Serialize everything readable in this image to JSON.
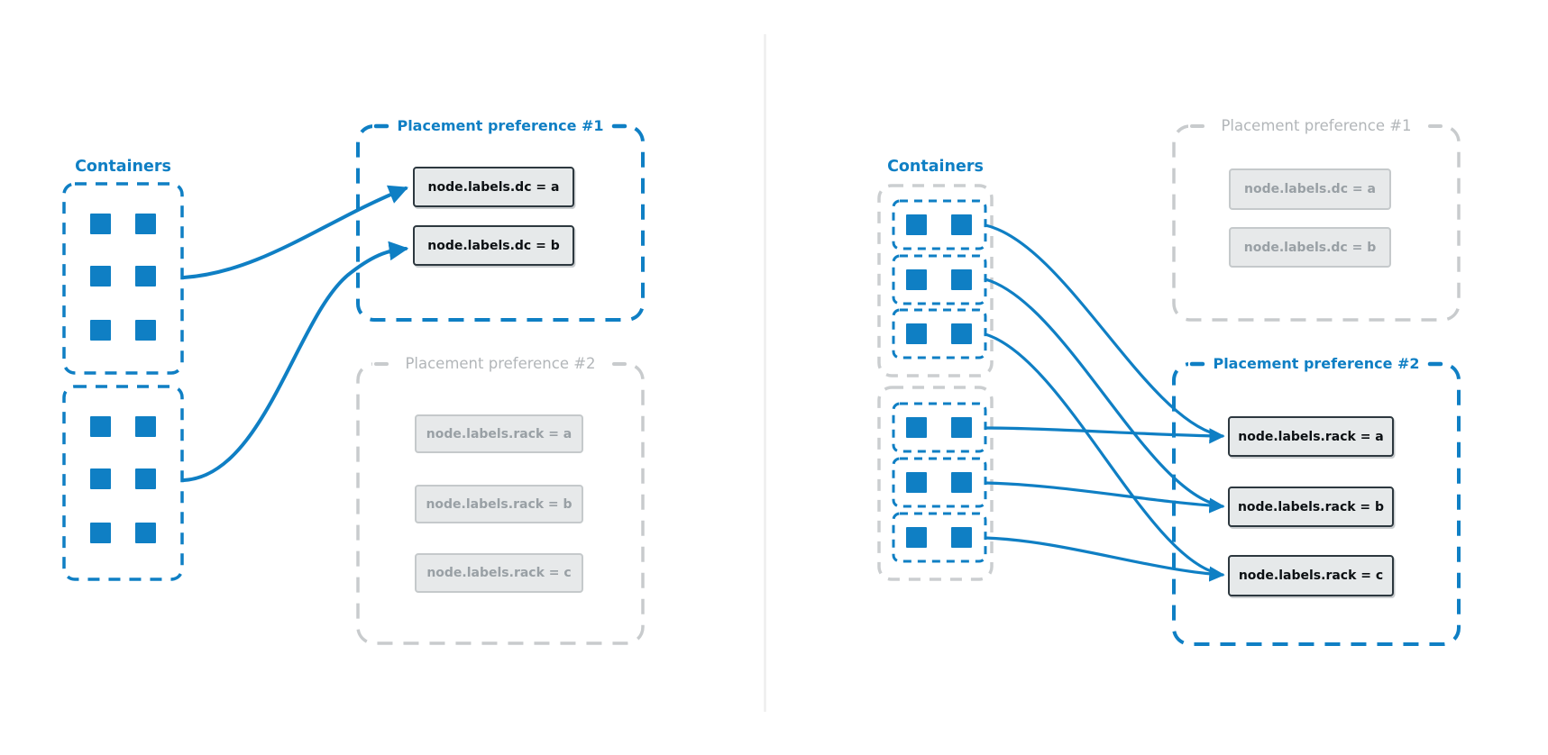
{
  "colors": {
    "accent_blue": "#0f7fc4",
    "inactive_gray_border": "#c8cbcd",
    "inactive_gray_text": "#99a0a5",
    "gray_title_text": "#b2b6b9",
    "active_box_fill": "#e6e9ea",
    "active_box_border": "#2d383f",
    "divider": "#ededed"
  },
  "left_panel": {
    "containers_label": "Containers",
    "pref1": {
      "title": "Placement preference #1",
      "state": "active",
      "nodes": [
        "node.labels.dc = a",
        "node.labels.dc = b"
      ]
    },
    "pref2": {
      "title": "Placement preference #2",
      "state": "inactive",
      "nodes": [
        "node.labels.rack = a",
        "node.labels.rack = b",
        "node.labels.rack = c"
      ]
    }
  },
  "right_panel": {
    "containers_label": "Containers",
    "pref1": {
      "title": "Placement preference #1",
      "state": "inactive",
      "nodes": [
        "node.labels.dc = a",
        "node.labels.dc = b"
      ]
    },
    "pref2": {
      "title": "Placement preference #2",
      "state": "active",
      "nodes": [
        "node.labels.rack = a",
        "node.labels.rack = b",
        "node.labels.rack = c"
      ]
    }
  }
}
